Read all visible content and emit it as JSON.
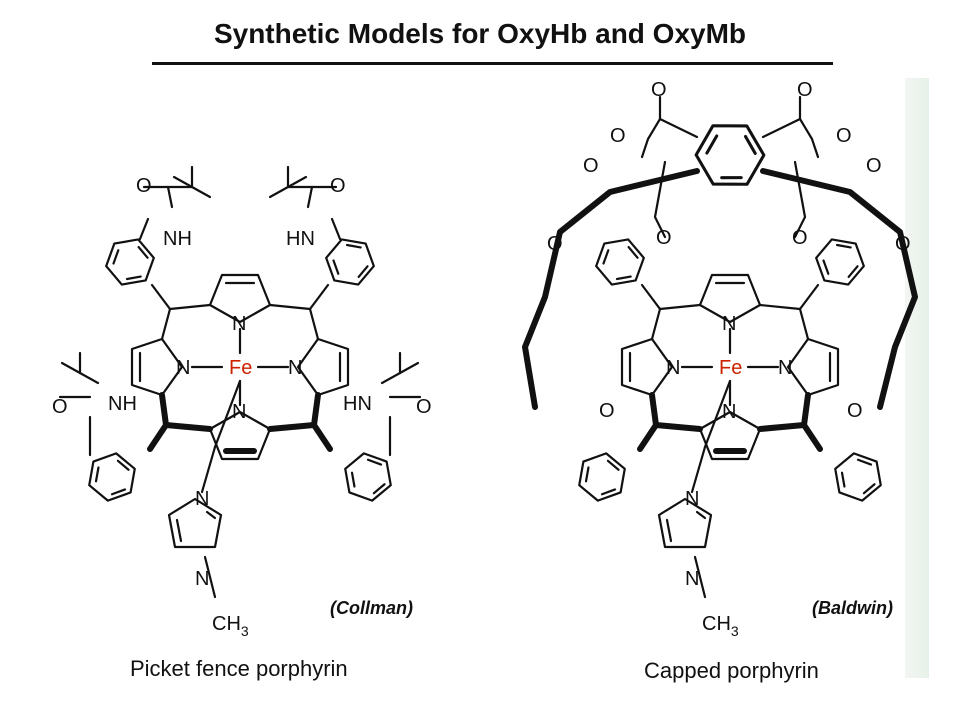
{
  "title": "Synthetic Models for OxyHb and OxyMb",
  "left": {
    "author": "(Collman)",
    "caption": "Picket fence porphyrin"
  },
  "right": {
    "author": "(Baldwin)",
    "caption": "Capped porphyrin"
  },
  "atoms": {
    "fe": "Fe",
    "n": "N",
    "o": "O",
    "nh": "NH",
    "hn": "HN",
    "ch3": "CH",
    "sub3": "3"
  },
  "colors": {
    "fe": "#cc2200",
    "ink": "#111111"
  }
}
